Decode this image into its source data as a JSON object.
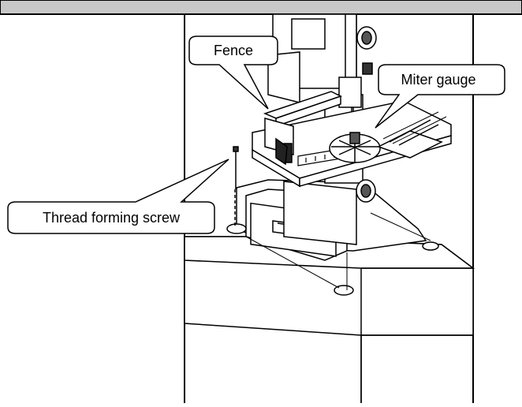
{
  "callouts": {
    "fence": "Fence",
    "miter_gauge": "Miter gauge",
    "thread_forming_screw": "Thread forming screw"
  },
  "colors": {
    "header_bar": "#c8c8c8",
    "line": "#000000",
    "background": "#ffffff"
  }
}
